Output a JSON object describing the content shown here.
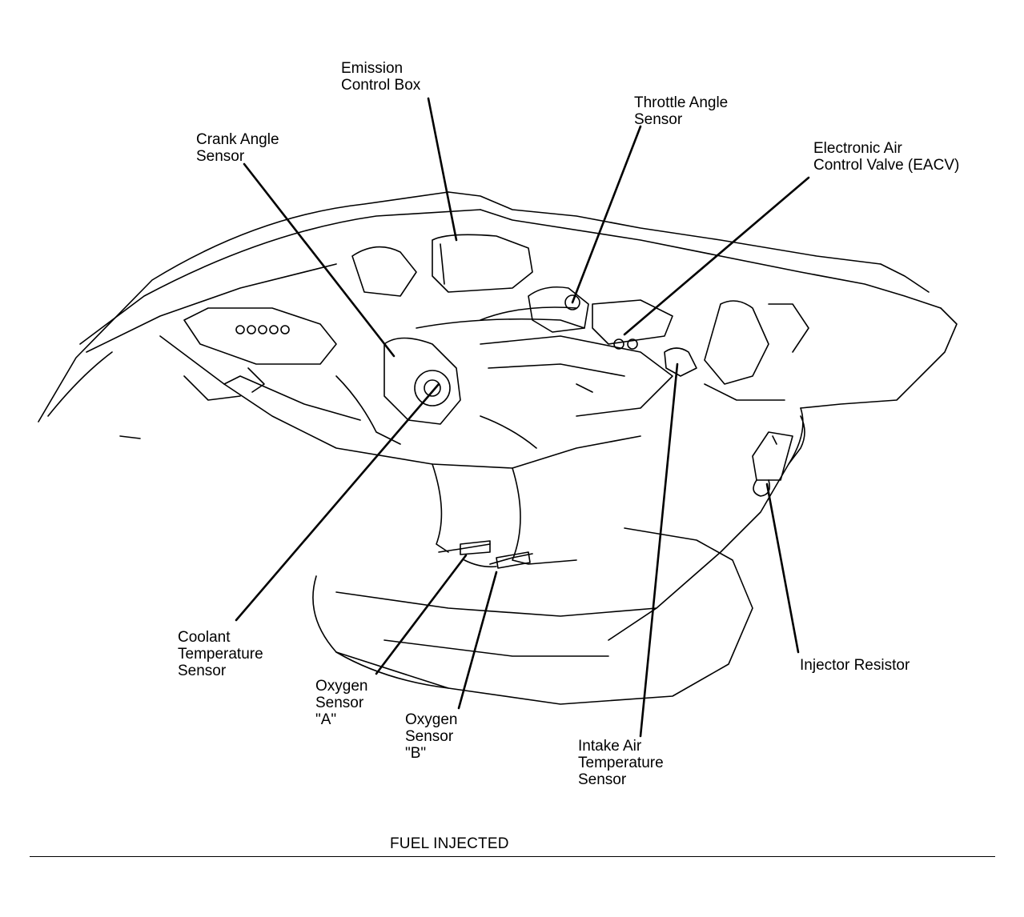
{
  "labels": {
    "emission_control_box": [
      "Emission",
      "Control Box"
    ],
    "crank_angle_sensor": [
      "Crank Angle",
      "Sensor"
    ],
    "throttle_angle_sensor": [
      "Throttle Angle",
      "Sensor"
    ],
    "eacv": [
      "Electronic Air",
      "Control Valve (EACV)"
    ],
    "coolant_temperature_sensor": [
      "Coolant",
      "Temperature",
      "Sensor"
    ],
    "oxygen_sensor_a": [
      "Oxygen",
      "Sensor",
      "\"A\""
    ],
    "oxygen_sensor_b": [
      "Oxygen",
      "Sensor",
      "\"B\""
    ],
    "intake_air_temperature_sensor": [
      "Intake Air",
      "Temperature",
      "Sensor"
    ],
    "injector_resistor": [
      "Injector Resistor"
    ]
  },
  "caption": "FUEL INJECTED"
}
